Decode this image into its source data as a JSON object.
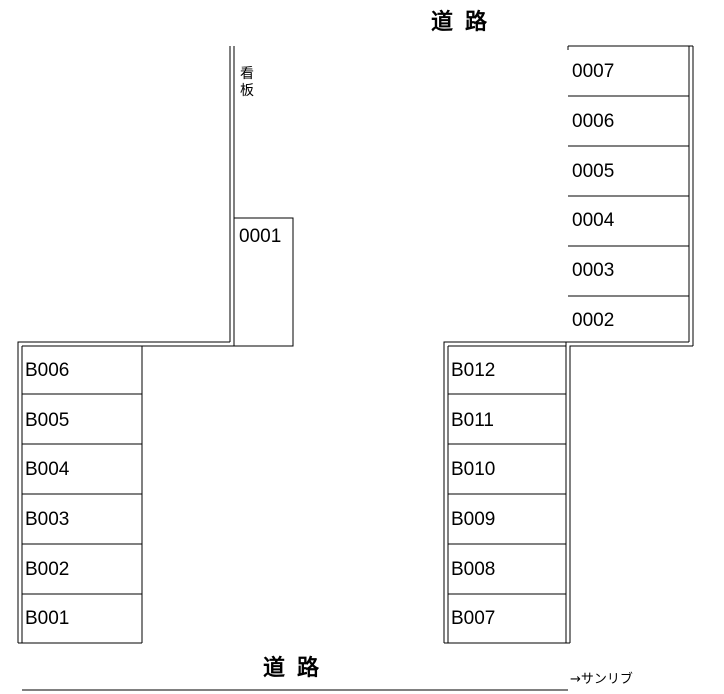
{
  "road_top": "道路",
  "road_bottom": "道路",
  "signboard": "看板",
  "note": "→サンリブ",
  "front_slot": "0001",
  "right_top_slots": [
    "0007",
    "0006",
    "0005",
    "0004",
    "0003",
    "0002"
  ],
  "left_slots": [
    "B006",
    "B005",
    "B004",
    "B003",
    "B002",
    "B001"
  ],
  "right_bottom_slots": [
    "B012",
    "B011",
    "B010",
    "B009",
    "B008",
    "B007"
  ]
}
